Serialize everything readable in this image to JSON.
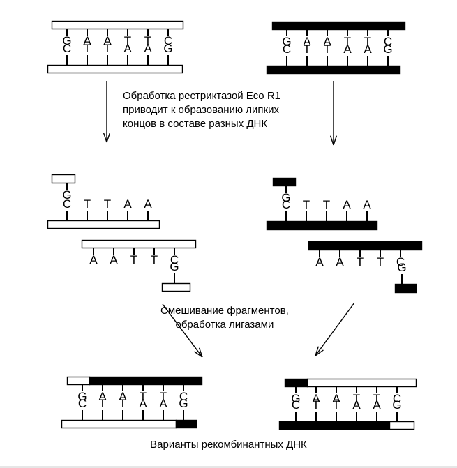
{
  "captions": {
    "restriction": [
      "Обработка рестриктазой Eco R1",
      "приводит к образованию липких",
      "концов в составе разных ДНК"
    ],
    "ligation": [
      "Смешивание фрагментов,",
      "обработка лигазами"
    ],
    "result": "Варианты рекомбинантных ДНК"
  },
  "strands": {
    "left_top": "GAATTC",
    "left_bottom": "CTTAAG",
    "right_top": "GAATTC",
    "right_bottom": "CTTAAG",
    "frag_left_a_top": "G",
    "frag_left_a_bottom": "CTTAA",
    "frag_left_b_top": "AATTC",
    "frag_left_b_bottom": "G",
    "frag_right_a_top": "G",
    "frag_right_a_bottom": "CTTAA",
    "frag_right_b_top": "AATTC",
    "frag_right_b_bottom": "G",
    "recomb_left_top": "GAATTC",
    "recomb_left_bottom": "CTTAAG",
    "recomb_right_top": "GAATTC",
    "recomb_right_bottom": "CTTAAG"
  },
  "colors": {
    "dna_light": "#ffffff",
    "dna_dark": "#000000",
    "ink": "#000000",
    "background": "#ffffff"
  }
}
